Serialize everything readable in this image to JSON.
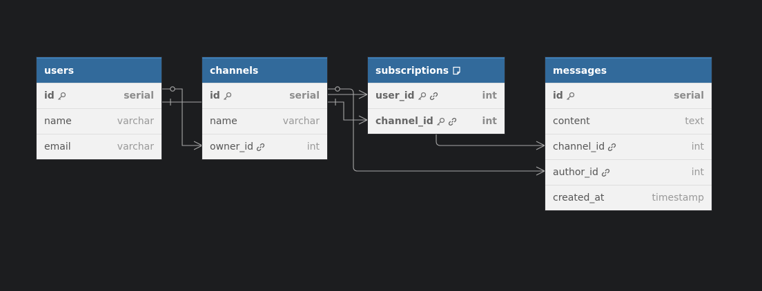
{
  "tables": [
    {
      "id": "users",
      "name": "users",
      "has_note": false,
      "columns": [
        {
          "name": "id",
          "type": "serial",
          "pk": true,
          "fk": false
        },
        {
          "name": "name",
          "type": "varchar",
          "pk": false,
          "fk": false
        },
        {
          "name": "email",
          "type": "varchar",
          "pk": false,
          "fk": false
        }
      ]
    },
    {
      "id": "channels",
      "name": "channels",
      "has_note": false,
      "columns": [
        {
          "name": "id",
          "type": "serial",
          "pk": true,
          "fk": false
        },
        {
          "name": "name",
          "type": "varchar",
          "pk": false,
          "fk": false
        },
        {
          "name": "owner_id",
          "type": "int",
          "pk": false,
          "fk": true
        }
      ]
    },
    {
      "id": "subscriptions",
      "name": "subscriptions",
      "has_note": true,
      "columns": [
        {
          "name": "user_id",
          "type": "int",
          "pk": true,
          "fk": true
        },
        {
          "name": "channel_id",
          "type": "int",
          "pk": true,
          "fk": true
        }
      ]
    },
    {
      "id": "messages",
      "name": "messages",
      "has_note": false,
      "columns": [
        {
          "name": "id",
          "type": "serial",
          "pk": true,
          "fk": false
        },
        {
          "name": "content",
          "type": "text",
          "pk": false,
          "fk": false
        },
        {
          "name": "channel_id",
          "type": "int",
          "pk": false,
          "fk": true
        },
        {
          "name": "author_id",
          "type": "int",
          "pk": false,
          "fk": true
        },
        {
          "name": "created_at",
          "type": "timestamp",
          "pk": false,
          "fk": false
        }
      ]
    }
  ],
  "relationships": [
    {
      "from": "users.id",
      "to": "channels.owner_id",
      "cardinality": "one-to-many"
    },
    {
      "from": "users.id",
      "to": "subscriptions.user_id",
      "cardinality": "one-to-many"
    },
    {
      "from": "users.id",
      "to": "messages.author_id",
      "cardinality": "one-to-many"
    },
    {
      "from": "channels.id",
      "to": "subscriptions.channel_id",
      "cardinality": "one-to-many"
    },
    {
      "from": "channels.id",
      "to": "messages.channel_id",
      "cardinality": "one-to-many"
    }
  ],
  "colors": {
    "canvas": "#1c1d1f",
    "header": "#326a9b",
    "row_bg": "#f2f2f2",
    "connector": "#a8a8a8"
  },
  "icons": {
    "pk": "key-icon",
    "fk": "link-icon",
    "note": "note-icon"
  }
}
